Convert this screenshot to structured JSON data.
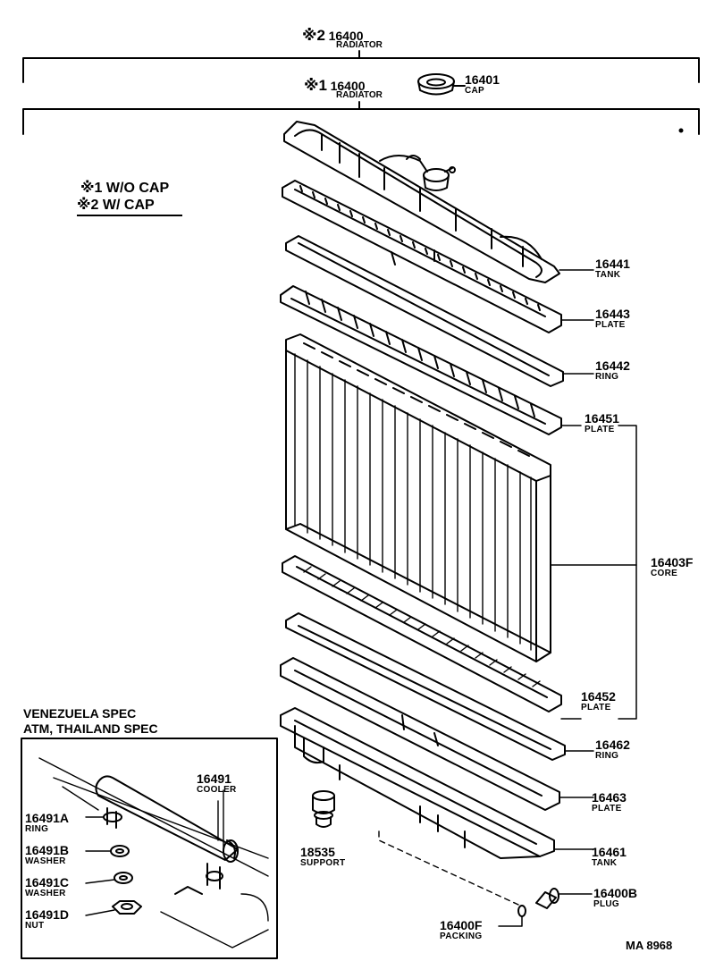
{
  "header": {
    "ast2": {
      "mark": "※2",
      "number": "16400",
      "name": "RADIATOR"
    },
    "ast1": {
      "mark": "※1",
      "number": "16400",
      "name": "RADIATOR"
    }
  },
  "legend": {
    "line1": "※1 W/O CAP",
    "line2": "※2 W/ CAP"
  },
  "parts": {
    "cap": {
      "number": "16401",
      "name": "CAP"
    },
    "tank_upper": {
      "number": "16441",
      "name": "TANK"
    },
    "plate_16443": {
      "number": "16443",
      "name": "PLATE"
    },
    "ring_16442": {
      "number": "16442",
      "name": "RING"
    },
    "plate_16451": {
      "number": "16451",
      "name": "PLATE"
    },
    "core": {
      "number": "16403F",
      "name": "CORE"
    },
    "plate_16452": {
      "number": "16452",
      "name": "PLATE"
    },
    "ring_16462": {
      "number": "16462",
      "name": "RING"
    },
    "plate_16463": {
      "number": "16463",
      "name": "PLATE"
    },
    "tank_lower": {
      "number": "16461",
      "name": "TANK"
    },
    "plug": {
      "number": "16400B",
      "name": "PLUG"
    },
    "packing": {
      "number": "16400F",
      "name": "PACKING"
    },
    "support": {
      "number": "18535",
      "name": "SUPPORT"
    }
  },
  "inset": {
    "title1": "VENEZUELA SPEC",
    "title2": "ATM, THAILAND SPEC",
    "cooler": {
      "number": "16491",
      "name": "COOLER"
    },
    "ring": {
      "number": "16491A",
      "name": "RING"
    },
    "washer_b": {
      "number": "16491B",
      "name": "WASHER"
    },
    "washer_c": {
      "number": "16491C",
      "name": "WASHER"
    },
    "nut": {
      "number": "16491D",
      "name": "NUT"
    }
  },
  "drawing_code": "MA 8968"
}
